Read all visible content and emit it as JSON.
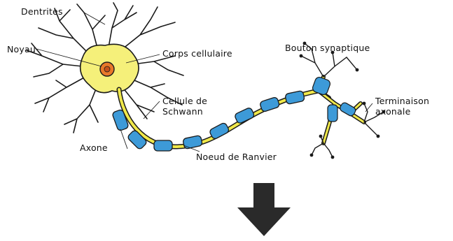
{
  "labels": {
    "dendrites": "Dentrites",
    "noyau": "Noyau",
    "corps": "Corps cellulaire",
    "bouton": "Bouton synaptique",
    "schwann_1": "Cellule de",
    "schwann_2": "Schwann",
    "terminaison_1": "Terminaison",
    "terminaison_2": "axonale",
    "axone": "Axone",
    "ranvier": "Noeud de Ranvier"
  },
  "colors": {
    "soma": "#f5f07a",
    "nucleus": "#e8782a",
    "myelin": "#3d9ad8",
    "axon": "#f0e84a",
    "outline": "#1a1a1a",
    "arrow": "#2a2a2a"
  },
  "icons": {
    "arrow": "arrow-down-icon"
  }
}
